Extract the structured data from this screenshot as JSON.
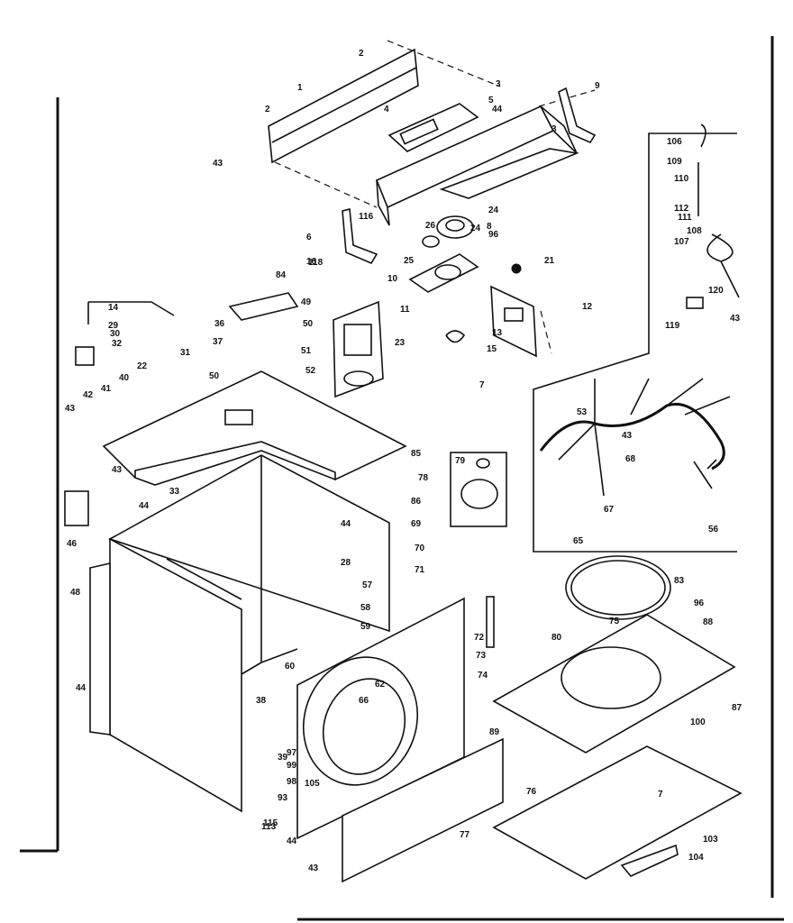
{
  "callouts": [
    {
      "id": "c1",
      "text": "1"
    },
    {
      "id": "c2a",
      "text": "2"
    },
    {
      "id": "c2b",
      "text": "2"
    },
    {
      "id": "c3a",
      "text": "3"
    },
    {
      "id": "c3b",
      "text": "3"
    },
    {
      "id": "c4",
      "text": "4"
    },
    {
      "id": "c5",
      "text": "5"
    },
    {
      "id": "c6",
      "text": "6"
    },
    {
      "id": "c7a",
      "text": "7"
    },
    {
      "id": "c7b",
      "text": "7"
    },
    {
      "id": "c8",
      "text": "8"
    },
    {
      "id": "c9",
      "text": "9"
    },
    {
      "id": "c10",
      "text": "10"
    },
    {
      "id": "c11",
      "text": "11"
    },
    {
      "id": "c12",
      "text": "12"
    },
    {
      "id": "c13",
      "text": "13"
    },
    {
      "id": "c14",
      "text": "14"
    },
    {
      "id": "c15",
      "text": "15"
    },
    {
      "id": "c16",
      "text": "16"
    },
    {
      "id": "c21",
      "text": "21"
    },
    {
      "id": "c22",
      "text": "22"
    },
    {
      "id": "c23",
      "text": "23"
    },
    {
      "id": "c24a",
      "text": "24"
    },
    {
      "id": "c24b",
      "text": "24"
    },
    {
      "id": "c25",
      "text": "25"
    },
    {
      "id": "c26",
      "text": "26"
    },
    {
      "id": "c28",
      "text": "28"
    },
    {
      "id": "c29",
      "text": "29"
    },
    {
      "id": "c30",
      "text": "30"
    },
    {
      "id": "c31",
      "text": "31"
    },
    {
      "id": "c32",
      "text": "32"
    },
    {
      "id": "c33",
      "text": "33"
    },
    {
      "id": "c36",
      "text": "36"
    },
    {
      "id": "c37",
      "text": "37"
    },
    {
      "id": "c38",
      "text": "38"
    },
    {
      "id": "c39",
      "text": "39"
    },
    {
      "id": "c40",
      "text": "40"
    },
    {
      "id": "c41",
      "text": "41"
    },
    {
      "id": "c42",
      "text": "42"
    },
    {
      "id": "c43a",
      "text": "43"
    },
    {
      "id": "c43b",
      "text": "43"
    },
    {
      "id": "c43c",
      "text": "43"
    },
    {
      "id": "c43d",
      "text": "43"
    },
    {
      "id": "c43e",
      "text": "43"
    },
    {
      "id": "c43f",
      "text": "43"
    },
    {
      "id": "c44a",
      "text": "44"
    },
    {
      "id": "c44b",
      "text": "44"
    },
    {
      "id": "c44c",
      "text": "44"
    },
    {
      "id": "c44d",
      "text": "44"
    },
    {
      "id": "c44e",
      "text": "44"
    },
    {
      "id": "c46",
      "text": "46"
    },
    {
      "id": "c48",
      "text": "48"
    },
    {
      "id": "c49",
      "text": "49"
    },
    {
      "id": "c50a",
      "text": "50"
    },
    {
      "id": "c50b",
      "text": "50"
    },
    {
      "id": "c51",
      "text": "51"
    },
    {
      "id": "c52",
      "text": "52"
    },
    {
      "id": "c53",
      "text": "53"
    },
    {
      "id": "c56",
      "text": "56"
    },
    {
      "id": "c57",
      "text": "57"
    },
    {
      "id": "c58",
      "text": "58"
    },
    {
      "id": "c59",
      "text": "59"
    },
    {
      "id": "c60",
      "text": "60"
    },
    {
      "id": "c62",
      "text": "62"
    },
    {
      "id": "c65",
      "text": "65"
    },
    {
      "id": "c66",
      "text": "66"
    },
    {
      "id": "c67",
      "text": "67"
    },
    {
      "id": "c68",
      "text": "68"
    },
    {
      "id": "c69",
      "text": "69"
    },
    {
      "id": "c70",
      "text": "70"
    },
    {
      "id": "c71",
      "text": "71"
    },
    {
      "id": "c72",
      "text": "72"
    },
    {
      "id": "c73",
      "text": "73"
    },
    {
      "id": "c74",
      "text": "74"
    },
    {
      "id": "c75",
      "text": "75"
    },
    {
      "id": "c76",
      "text": "76"
    },
    {
      "id": "c77",
      "text": "77"
    },
    {
      "id": "c78",
      "text": "78"
    },
    {
      "id": "c79",
      "text": "79"
    },
    {
      "id": "c80",
      "text": "80"
    },
    {
      "id": "c83",
      "text": "83"
    },
    {
      "id": "c84",
      "text": "84"
    },
    {
      "id": "c85",
      "text": "85"
    },
    {
      "id": "c86",
      "text": "86"
    },
    {
      "id": "c87",
      "text": "87"
    },
    {
      "id": "c88",
      "text": "88"
    },
    {
      "id": "c89",
      "text": "89"
    },
    {
      "id": "c93",
      "text": "93"
    },
    {
      "id": "c96a",
      "text": "96"
    },
    {
      "id": "c96b",
      "text": "96"
    },
    {
      "id": "c97",
      "text": "97"
    },
    {
      "id": "c98",
      "text": "98"
    },
    {
      "id": "c99",
      "text": "99"
    },
    {
      "id": "c100",
      "text": "100"
    },
    {
      "id": "c103",
      "text": "103"
    },
    {
      "id": "c104",
      "text": "104"
    },
    {
      "id": "c105",
      "text": "105"
    },
    {
      "id": "c106",
      "text": "106"
    },
    {
      "id": "c107",
      "text": "107"
    },
    {
      "id": "c108",
      "text": "108"
    },
    {
      "id": "c109",
      "text": "109"
    },
    {
      "id": "c110",
      "text": "110"
    },
    {
      "id": "c111",
      "text": "111"
    },
    {
      "id": "c112",
      "text": "112"
    },
    {
      "id": "c113",
      "text": "113"
    },
    {
      "id": "c115",
      "text": "115"
    },
    {
      "id": "c116",
      "text": "116"
    },
    {
      "id": "c118",
      "text": "118"
    },
    {
      "id": "c119",
      "text": "119"
    },
    {
      "id": "c120",
      "text": "120"
    }
  ]
}
